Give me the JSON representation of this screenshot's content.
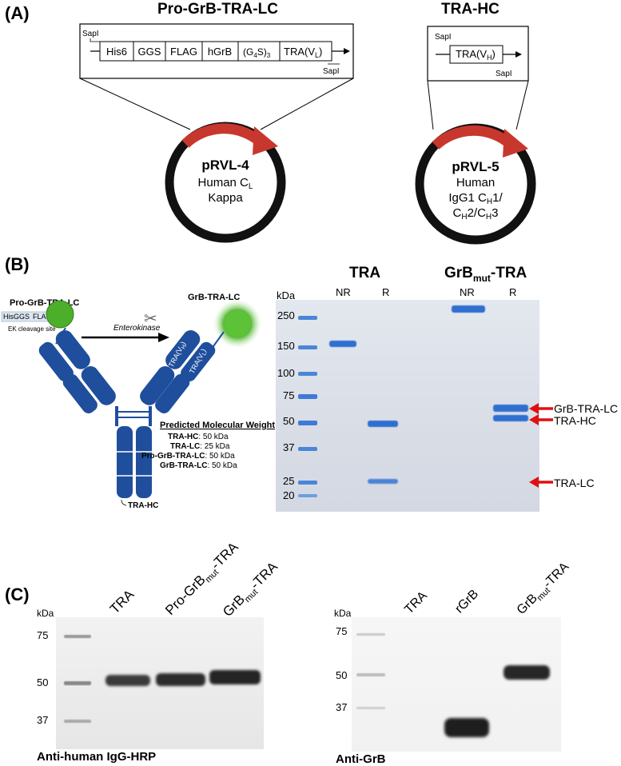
{
  "panel_a": {
    "letter": "(A)",
    "construct1": {
      "title": "Pro-GrB-TRA-LC",
      "segments": [
        "His6",
        "GGS",
        "FLAG",
        "hGrB"
      ],
      "seg_g4s": "(G",
      "seg_g4s_sub": "4",
      "seg_g4s_end": "S)",
      "seg_g4s_sub2": "3",
      "seg_tra": "TRA(V",
      "seg_tra_sub": "L",
      "seg_tra_end": ")",
      "site_left": "SapI",
      "site_right": "SapI",
      "plasmid": "pRVL-4",
      "line2": "Human C",
      "line2_sub": "L",
      "line3": "Kappa"
    },
    "construct2": {
      "title": "TRA-HC",
      "seg_tra": "TRA(V",
      "seg_tra_sub": "H",
      "seg_tra_end": ")",
      "site_left": "SapI",
      "site_right": "SapI",
      "plasmid": "pRVL-5",
      "line2": "Human",
      "line3a": "IgG1 C",
      "line3a_sub": "H",
      "line3a_end": "1/",
      "line4a": "C",
      "line4a_sub": "H",
      "line4a_mid": "2/C",
      "line4a_sub2": "H",
      "line4a_end": "3"
    }
  },
  "panel_b": {
    "letter": "(B)",
    "diagram": {
      "pro_label": "Pro-GrB-TRA-LC",
      "grb_label": "GrB-TRA-LC",
      "tag_his": "His",
      "tag_ggs": "GGS",
      "tag_flag": "FLAG",
      "ek_site": "EK cleavage site",
      "enzyme": "Enterokinase",
      "vh": "TRA(V",
      "vh_sub": "H",
      "vl_sub": "L",
      "mw_title": "Predicted Molecular Weight",
      "mw": [
        {
          "name": "TRA-HC",
          "value": ": 50 kDa"
        },
        {
          "name": "TRA-LC",
          "value": ": 25 kDa"
        },
        {
          "name": "Pro-GrB-TRA-LC",
          "value": ": 50 kDa"
        },
        {
          "name": "GrB-TRA-LC",
          "value": ": 50 kDa"
        }
      ],
      "hc_label": "TRA-HC"
    },
    "gel": {
      "group1": "TRA",
      "group2": "GrB",
      "group2_sub": "mut",
      "group2_end": "-TRA",
      "lanes": [
        "NR",
        "R",
        "NR",
        "R"
      ],
      "kda_title": "kDa",
      "markers": [
        "250",
        "150",
        "100",
        "75",
        "50",
        "37",
        "25",
        "20"
      ],
      "arrows": [
        "GrB-TRA-LC",
        "TRA-HC",
        "TRA-LC"
      ]
    }
  },
  "panel_c": {
    "letter": "(C)",
    "blot1": {
      "kda_title": "kDa",
      "markers": [
        "75",
        "50",
        "37"
      ],
      "lane1": "TRA",
      "lane2": "Pro-GrB",
      "lane2_sub": "mut",
      "lane2_end": "-TRA",
      "lane3": "GrB",
      "lane3_sub": "mut",
      "lane3_end": "-TRA",
      "caption": "Anti-human IgG-HRP"
    },
    "blot2": {
      "kda_title": "kDa",
      "markers": [
        "75",
        "50",
        "37"
      ],
      "lane1": "TRA",
      "lane2": "rGrB",
      "lane3": "GrB",
      "lane3_sub": "mut",
      "lane3_end": "-TRA",
      "caption": "Anti-GrB"
    }
  },
  "colors": {
    "plasmid_red": "#c8372d",
    "antibody_blue": "#1f4e9c",
    "grb_green": "#4caf2a",
    "gel_bg": "#dfe3ea",
    "gel_band": "#2f6fd0",
    "arrow_red": "#e01010"
  }
}
